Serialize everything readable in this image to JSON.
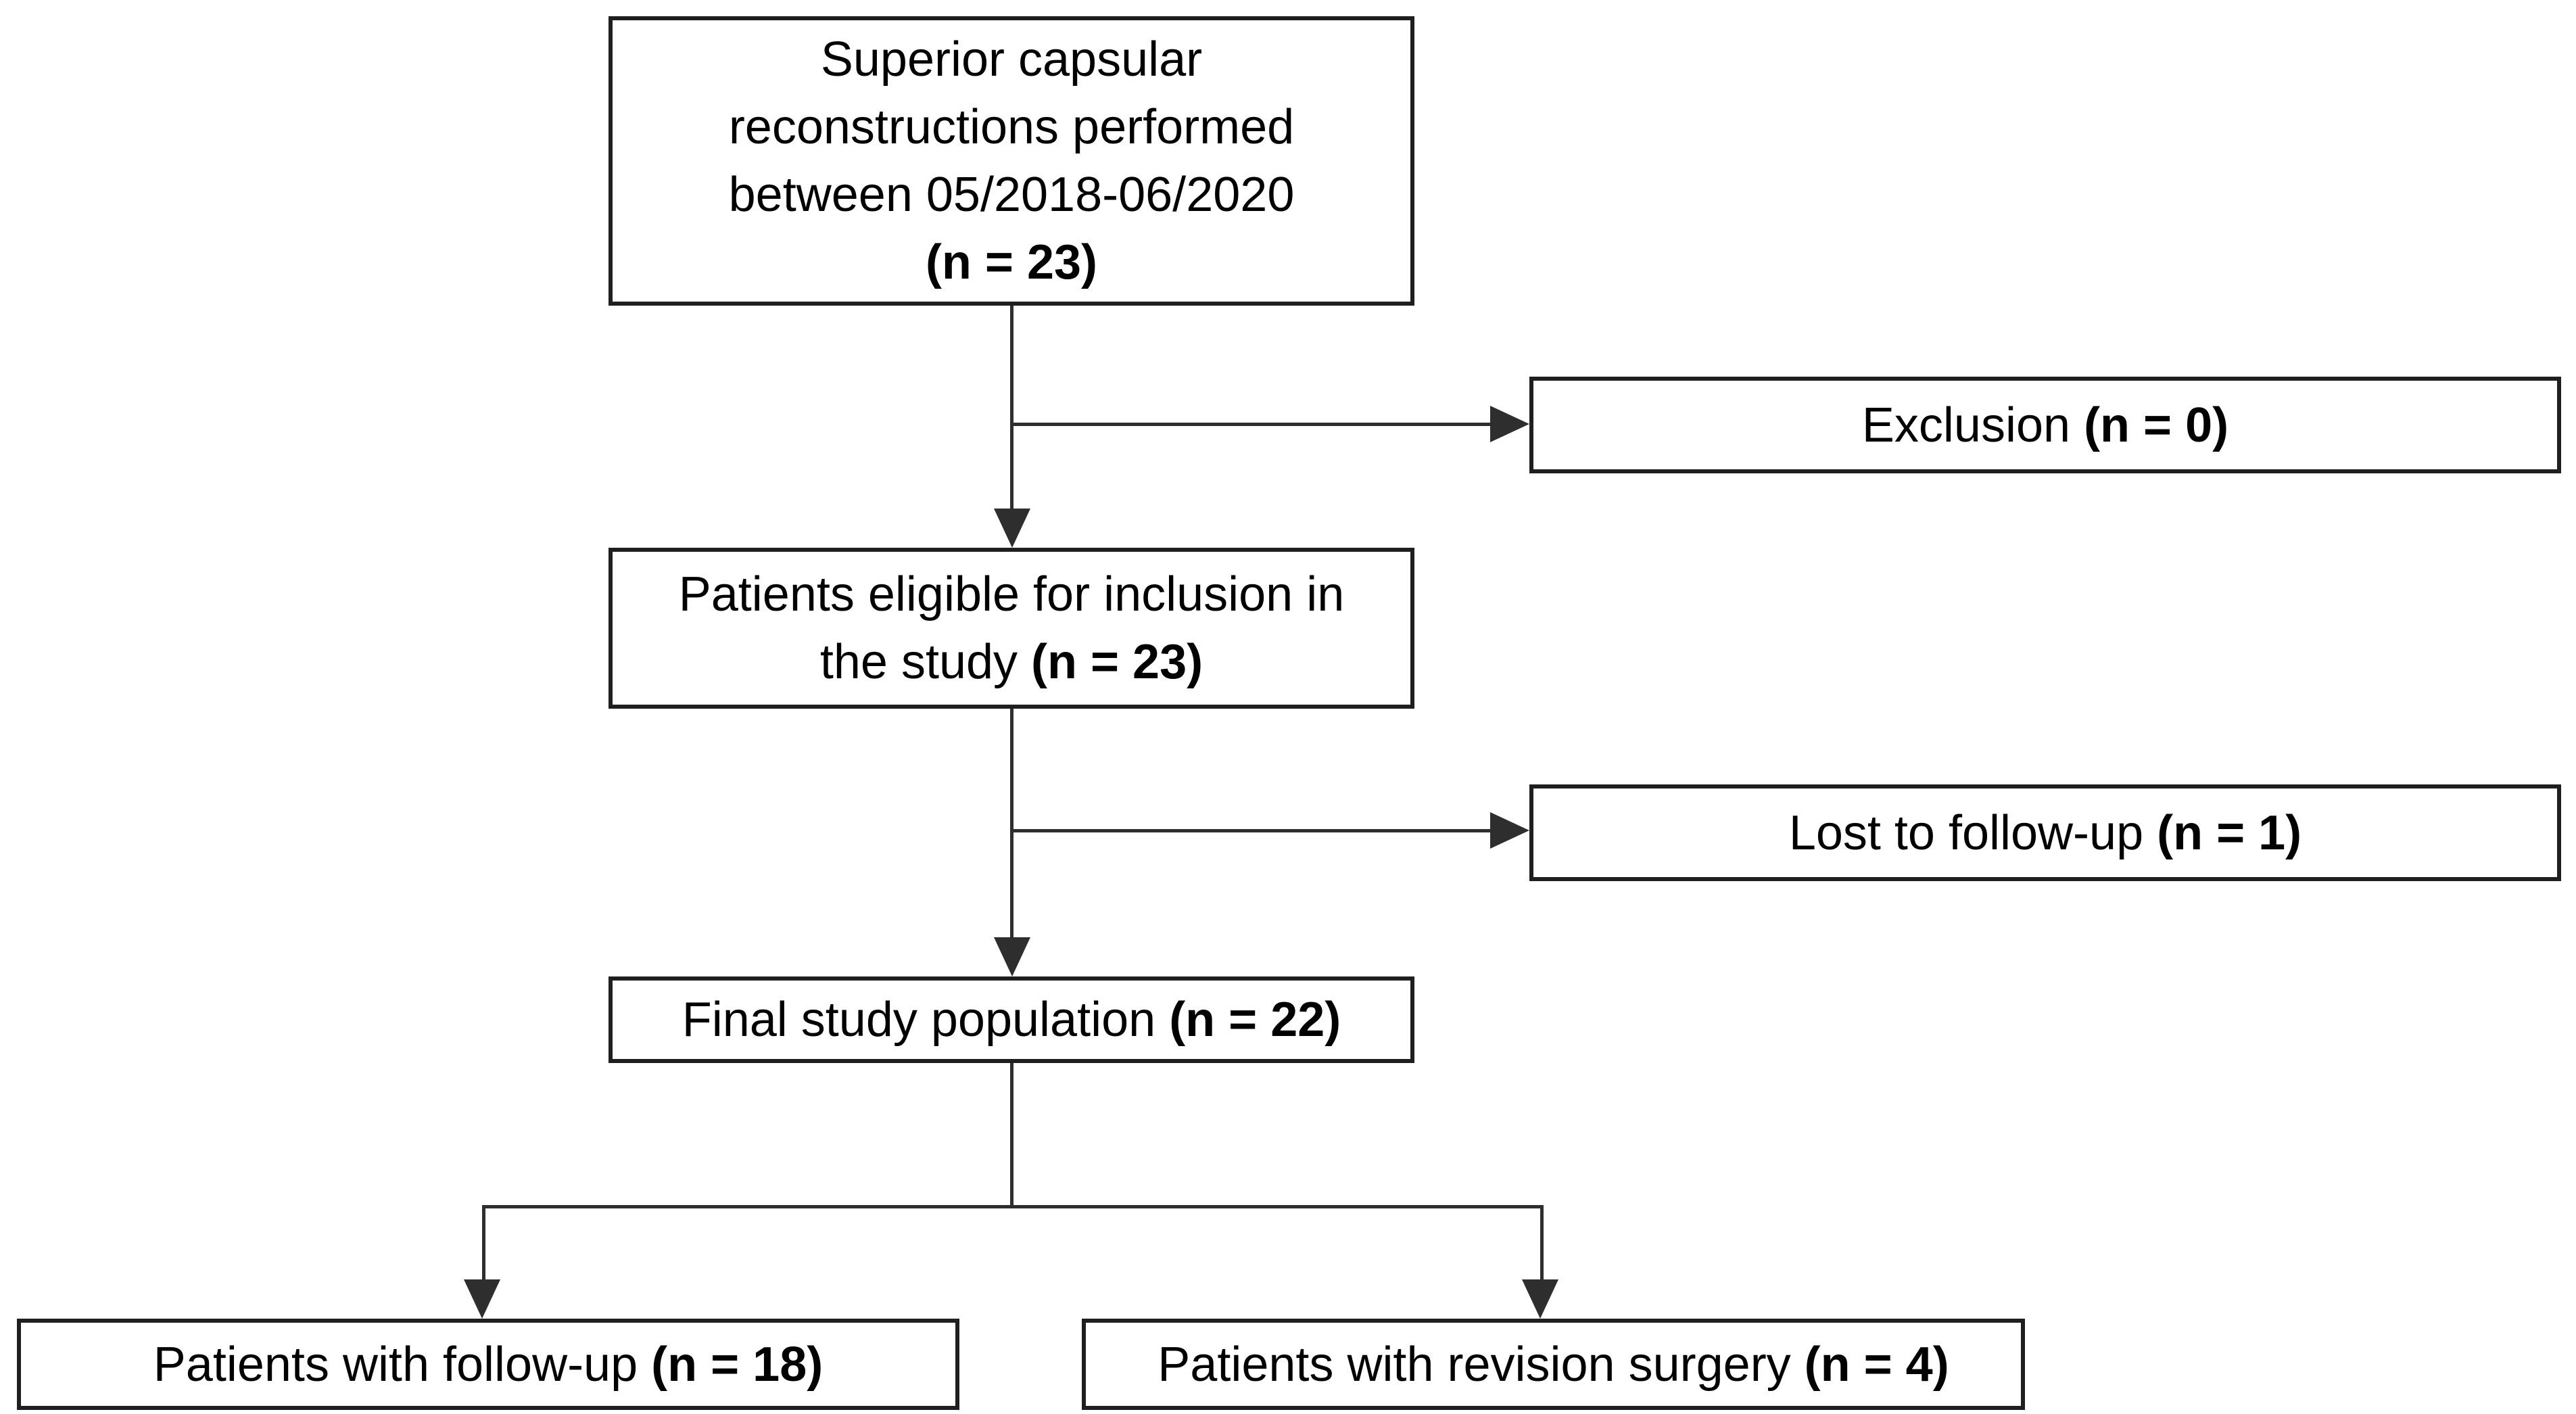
{
  "colors": {
    "background": "#ffffff",
    "box_fill": "#ffffff",
    "box_border": "#1f1f1f",
    "line": "#2e2e2e",
    "text": "#000000"
  },
  "nodes": {
    "procedures": {
      "line1": "Superior capsular",
      "line2": "reconstructions performed",
      "line3": "between 05/2018-06/2020",
      "n": "(n = 23)"
    },
    "exclusion": {
      "text": "Exclusion ",
      "n": "(n = 0)"
    },
    "eligible": {
      "line1": "Patients eligible for inclusion in",
      "line2": "the study ",
      "n": "(n = 23)"
    },
    "lost": {
      "text": "Lost to follow-up ",
      "n": "(n = 1)"
    },
    "final": {
      "text": "Final study population ",
      "n": "(n = 22)"
    },
    "followup": {
      "text": "Patients with follow-up ",
      "n": "(n = 18)"
    },
    "revision": {
      "text": "Patients with revision surgery ",
      "n": "(n = 4)"
    }
  },
  "edges": [
    {
      "from": "procedures",
      "to": "eligible",
      "type": "arrow-down"
    },
    {
      "from": "procedures",
      "to": "exclusion",
      "type": "arrow-right-branch"
    },
    {
      "from": "eligible",
      "to": "final",
      "type": "arrow-down"
    },
    {
      "from": "eligible",
      "to": "lost",
      "type": "arrow-right-branch"
    },
    {
      "from": "final",
      "to": "followup",
      "type": "arrow-down-split"
    },
    {
      "from": "final",
      "to": "revision",
      "type": "arrow-down-split"
    }
  ]
}
